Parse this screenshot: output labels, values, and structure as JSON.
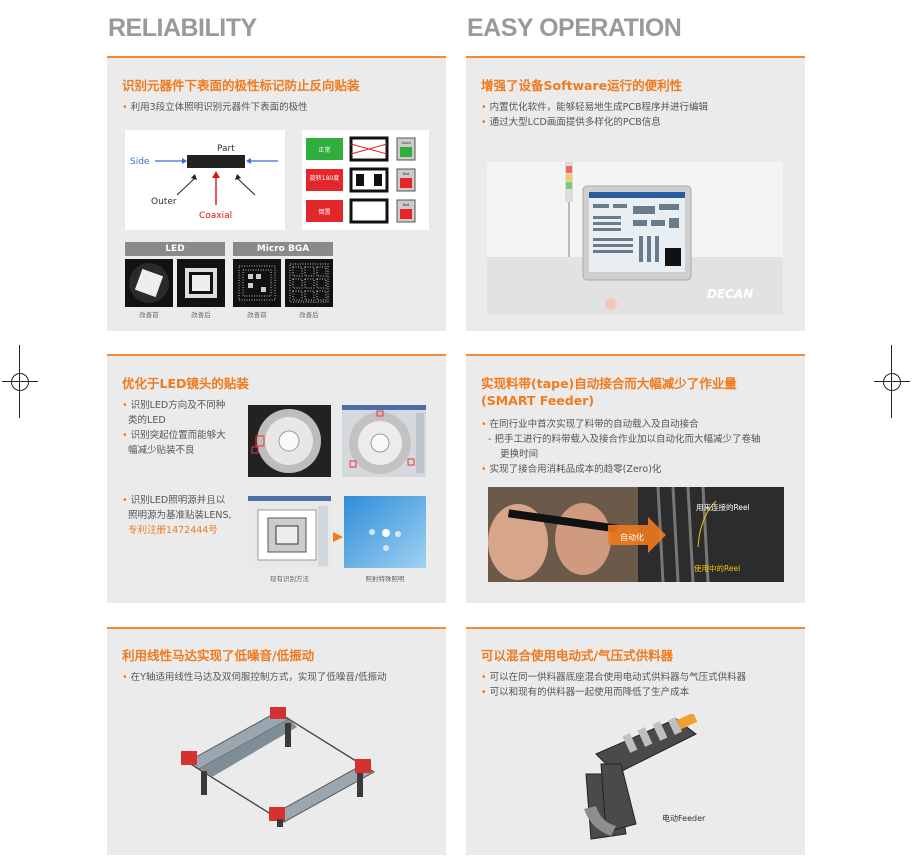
{
  "headings": {
    "left": "RELIABILITY",
    "right": "EASY OPERATION"
  },
  "panels": {
    "p1": {
      "title": "识别元器件下表面的极性标记防止反向贴装",
      "bullets": [
        "利用3段立体照明识别元器件下表面的极性"
      ],
      "diagram": {
        "part": "Part",
        "side": "Side",
        "outer": "Outer",
        "coaxial": "Coaxial"
      },
      "status": [
        "正常",
        "旋转180度",
        "倒置"
      ],
      "indicators": [
        "Good",
        "Bad",
        "Bad"
      ],
      "led_label": "LED",
      "bga_label": "Micro BGA",
      "captions": [
        "改善前",
        "改善后",
        "改善前",
        "改善后"
      ]
    },
    "p2": {
      "title": "增强了设备Software运行的便利性",
      "bullets": [
        "内置优化软件，能够轻易地生成PCB程序并进行编辑",
        "通过大型LCD画面提供多样化的PCB信息"
      ],
      "brand": "DECAN"
    },
    "p3": {
      "title": "优化于LED镜头的贴装",
      "bullet1_lines": [
        "识别LED方向及不同种",
        "类的LED"
      ],
      "bullet2_lines": [
        "识别突起位置而能够大",
        "幅减少贴装不良"
      ],
      "bullet3_lines": [
        "识别LED照明源并且以",
        "照明源为基准贴装LENS,"
      ],
      "patent": "专利注册1472444号",
      "captions": [
        "现有识别方法",
        "照射特殊照明"
      ]
    },
    "p4": {
      "title_lines": [
        "实现料带(tape)自动接合而大幅减少了作业量",
        "(SMART Feeder)"
      ],
      "bullet1": "在同行业中首次实现了料带的自动载入及自动接合",
      "sub_lines": [
        "- 把手工进行的料带载入及接合作业加以自动化而大幅减少了卷轴",
        "更换时间"
      ],
      "bullet2": "实现了接合用消耗品成本的趋零(Zero)化",
      "labels": {
        "auto": "自动化",
        "connect": "用来连接的Reel",
        "inuse": "使用中的Reel"
      }
    },
    "p5": {
      "title": "利用线性马达实现了低噪音/低振动",
      "bullets": [
        "在Y轴适用线性马达及双伺服控制方式，实现了低噪音/低振动"
      ]
    },
    "p6": {
      "title": "可以混合使用电动式/气压式供料器",
      "bullets": [
        "可以在同一供料器底座混合使用电动式供料器与气压式供料器",
        "可以和现有的供料器一起使用而降低了生产成本"
      ],
      "label": "电动Feeder"
    }
  },
  "colors": {
    "accent": "#f07a1e",
    "panel": "#ebebeb",
    "heading": "#9a9a9a"
  }
}
